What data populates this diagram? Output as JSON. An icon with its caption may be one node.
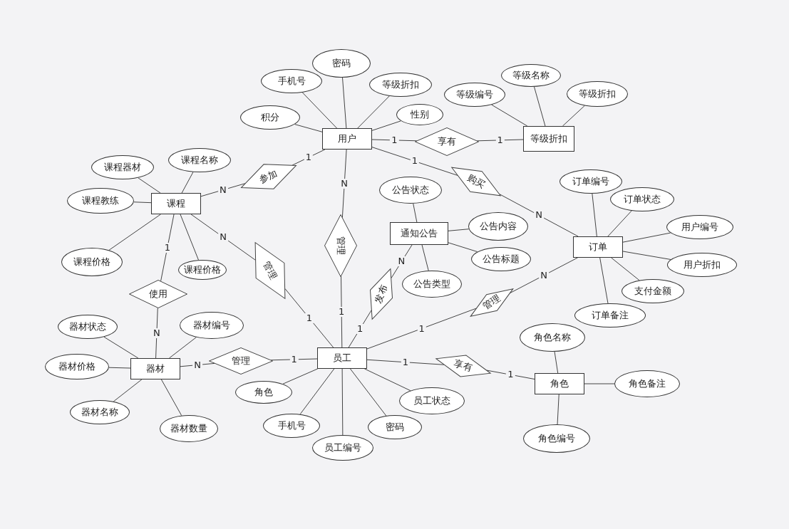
{
  "diagram": {
    "nodes": [
      {
        "text": [
          "用户"
        ]
      },
      {
        "text": [
          "等级折扣"
        ]
      },
      {
        "text": [
          "课程"
        ]
      },
      {
        "text": [
          "通知公告"
        ]
      },
      {
        "text": [
          "订单"
        ]
      },
      {
        "text": [
          "器材"
        ]
      },
      {
        "text": [
          "员工"
        ]
      },
      {
        "text": [
          "角色"
        ]
      },
      {
        "text": [
          "密码"
        ]
      },
      {
        "text": [
          "手机号"
        ]
      },
      {
        "text": [
          "等级折扣"
        ]
      },
      {
        "text": [
          "积分"
        ]
      },
      {
        "text": [
          "性别"
        ]
      },
      {
        "text": [
          "等级名称"
        ]
      },
      {
        "text": [
          "等级编号"
        ]
      },
      {
        "text": [
          "等级折扣"
        ]
      },
      {
        "text": [
          "课程器材"
        ]
      },
      {
        "text": [
          "课程名称"
        ]
      },
      {
        "text": [
          "课程教练"
        ]
      },
      {
        "text": [
          "课程价格"
        ]
      },
      {
        "text": [
          "课程价格"
        ]
      },
      {
        "text": [
          "公告状态"
        ]
      },
      {
        "text": [
          "公告内容"
        ]
      },
      {
        "text": [
          "公告标题"
        ]
      },
      {
        "text": [
          "公告类型"
        ]
      },
      {
        "text": [
          "订单编号"
        ]
      },
      {
        "text": [
          "订单状态"
        ]
      },
      {
        "text": [
          "用户编号"
        ]
      },
      {
        "text": [
          "用户折扣"
        ]
      },
      {
        "text": [
          "支付金额"
        ]
      },
      {
        "text": [
          "订单备注"
        ]
      },
      {
        "text": [
          "器材状态"
        ]
      },
      {
        "text": [
          "器材编号"
        ]
      },
      {
        "text": [
          "器材价格"
        ]
      },
      {
        "text": [
          "器材名称"
        ]
      },
      {
        "text": [
          "器材数量"
        ]
      },
      {
        "text": [
          "角色"
        ]
      },
      {
        "text": [
          "手机号"
        ]
      },
      {
        "text": [
          "员工编号"
        ]
      },
      {
        "text": [
          "密码"
        ]
      },
      {
        "text": [
          "员工状态"
        ]
      },
      {
        "text": [
          "角色名称"
        ]
      },
      {
        "text": [
          "角色备注"
        ]
      },
      {
        "text": [
          "角色编号"
        ]
      },
      {
        "text": [
          "享有"
        ]
      },
      {
        "text": [
          "参加"
        ]
      },
      {
        "text": [
          "购买"
        ]
      },
      {
        "text": [
          "管理"
        ]
      },
      {
        "text": [
          "管理"
        ]
      },
      {
        "text": [
          "发布"
        ]
      },
      {
        "text": [
          "管理"
        ]
      },
      {
        "text": [
          "使用"
        ]
      },
      {
        "text": [
          "管理"
        ]
      },
      {
        "text": [
          "享有"
        ]
      }
    ],
    "edges": [
      {
        "from": 8,
        "to": 0,
        "arrow": "none"
      },
      {
        "from": 9,
        "to": 0,
        "arrow": "none"
      },
      {
        "from": 10,
        "to": 0,
        "arrow": "none"
      },
      {
        "from": 11,
        "to": 0,
        "arrow": "none"
      },
      {
        "from": 12,
        "to": 0,
        "arrow": "none"
      },
      {
        "from": 13,
        "to": 1,
        "arrow": "none"
      },
      {
        "from": 14,
        "to": 1,
        "arrow": "none"
      },
      {
        "from": 15,
        "to": 1,
        "arrow": "none"
      },
      {
        "from": 16,
        "to": 2,
        "arrow": "none"
      },
      {
        "from": 17,
        "to": 2,
        "arrow": "none"
      },
      {
        "from": 18,
        "to": 2,
        "arrow": "none"
      },
      {
        "from": 19,
        "to": 2,
        "arrow": "none"
      },
      {
        "from": 20,
        "to": 2,
        "arrow": "none"
      },
      {
        "from": 21,
        "to": 3,
        "arrow": "none"
      },
      {
        "from": 22,
        "to": 3,
        "arrow": "none"
      },
      {
        "from": 23,
        "to": 3,
        "arrow": "none"
      },
      {
        "from": 24,
        "to": 3,
        "arrow": "none"
      },
      {
        "from": 25,
        "to": 4,
        "arrow": "none"
      },
      {
        "from": 26,
        "to": 4,
        "arrow": "none"
      },
      {
        "from": 27,
        "to": 4,
        "arrow": "none"
      },
      {
        "from": 28,
        "to": 4,
        "arrow": "none"
      },
      {
        "from": 29,
        "to": 4,
        "arrow": "none"
      },
      {
        "from": 30,
        "to": 4,
        "arrow": "none"
      },
      {
        "from": 31,
        "to": 5,
        "arrow": "none"
      },
      {
        "from": 32,
        "to": 5,
        "arrow": "none"
      },
      {
        "from": 33,
        "to": 5,
        "arrow": "none"
      },
      {
        "from": 34,
        "to": 5,
        "arrow": "none"
      },
      {
        "from": 35,
        "to": 5,
        "arrow": "none"
      },
      {
        "from": 36,
        "to": 6,
        "arrow": "none"
      },
      {
        "from": 37,
        "to": 6,
        "arrow": "none"
      },
      {
        "from": 38,
        "to": 6,
        "arrow": "none"
      },
      {
        "from": 39,
        "to": 6,
        "arrow": "none"
      },
      {
        "from": 40,
        "to": 6,
        "arrow": "none"
      },
      {
        "from": 41,
        "to": 7,
        "arrow": "none"
      },
      {
        "from": 42,
        "to": 7,
        "arrow": "none"
      },
      {
        "from": 43,
        "to": 7,
        "arrow": "none"
      },
      {
        "from": 0,
        "to": 44,
        "arrow": "none",
        "label": "1"
      },
      {
        "from": 44,
        "to": 1,
        "arrow": "none",
        "label": "1"
      },
      {
        "from": 0,
        "to": 45,
        "arrow": "none",
        "label": "1"
      },
      {
        "from": 45,
        "to": 2,
        "arrow": "none",
        "label": "N"
      },
      {
        "from": 0,
        "to": 46,
        "arrow": "none",
        "label": "1"
      },
      {
        "from": 46,
        "to": 4,
        "arrow": "none",
        "label": "N"
      },
      {
        "from": 0,
        "to": 47,
        "arrow": "none",
        "label": "N"
      },
      {
        "from": 47,
        "to": 6,
        "arrow": "none",
        "label": "1"
      },
      {
        "from": 2,
        "to": 48,
        "arrow": "none",
        "label": "N"
      },
      {
        "from": 48,
        "to": 6,
        "arrow": "none",
        "label": "1"
      },
      {
        "from": 3,
        "to": 49,
        "arrow": "none",
        "label": "N"
      },
      {
        "from": 49,
        "to": 6,
        "arrow": "none",
        "label": "1"
      },
      {
        "from": 6,
        "to": 50,
        "arrow": "none",
        "label": "1"
      },
      {
        "from": 50,
        "to": 4,
        "arrow": "none",
        "label": "N"
      },
      {
        "from": 2,
        "to": 51,
        "arrow": "none",
        "label": "1"
      },
      {
        "from": 51,
        "to": 5,
        "arrow": "none",
        "label": "N"
      },
      {
        "from": 5,
        "to": 52,
        "arrow": "none",
        "label": "N"
      },
      {
        "from": 52,
        "to": 6,
        "arrow": "none",
        "label": "1"
      },
      {
        "from": 6,
        "to": 53,
        "arrow": "none",
        "label": "1"
      },
      {
        "from": 53,
        "to": 7,
        "arrow": "none",
        "label": "1"
      }
    ]
  }
}
